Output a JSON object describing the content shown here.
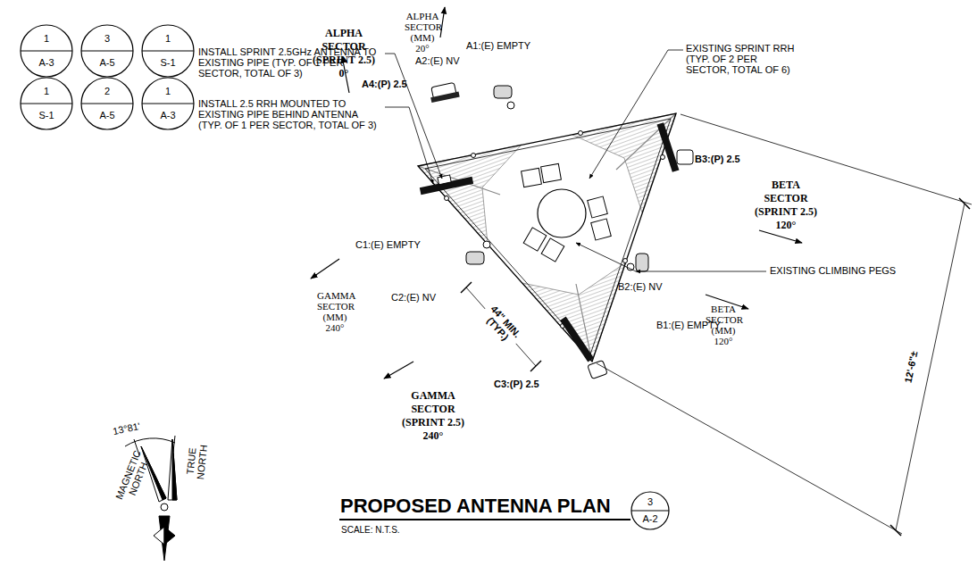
{
  "diagram": {
    "title": "PROPOSED ANTENNA PLAN",
    "nodes": [
      {
        "text": [
          "1",
          "A-3"
        ]
      },
      {
        "text": [
          "3",
          "A-5"
        ]
      },
      {
        "text": [
          "1",
          "S-1"
        ]
      },
      {
        "text": [
          "1",
          "S-1"
        ]
      },
      {
        "text": [
          "2",
          "A-5"
        ]
      },
      {
        "text": [
          "1",
          "A-3"
        ]
      },
      {
        "text": [
          "3",
          "A-2"
        ]
      }
    ],
    "labels": [
      "ALPHA SECTOR (SPRINT 2.5) 0°",
      "ALPHA SECTOR (MM) 20°",
      "A1:(E) EMPTY",
      "A2:(E) NV",
      "A4:(P) 2.5",
      "EXISTING SPRINT RRH (TYP. OF 2 PER SECTOR, TOTAL OF 6)",
      "INSTALL SPRINT 2.5GHz ANTENNA TO EXISTING PIPE (TYP. OF 1 PER SECTOR, TOTAL OF 3)",
      "INSTALL 2.5 RRH MOUNTED TO EXISTING PIPE BEHIND ANTENNA (TYP. OF 1 PER SECTOR, TOTAL OF 3)",
      "B3:(P) 2.5",
      "BETA SECTOR (SPRINT 2.5) 120°",
      "C1:(E) EMPTY",
      "EXISTING CLIMBING PEGS",
      "B2:(E) NV",
      "BETA SECTOR (MM) 120°",
      "B1:(E) EMPTY",
      "GAMMA SECTOR (MM) 240°",
      "C2:(E) NV",
      "44\" MIN. (TYP.)",
      "12'-6\"±",
      "C3:(P) 2.5",
      "GAMMA SECTOR (SPRINT 2.5) 240°",
      "13°81'",
      "TRUE NORTH",
      "MAGNETIC NORTH",
      "SCALE: N.T.S."
    ]
  }
}
